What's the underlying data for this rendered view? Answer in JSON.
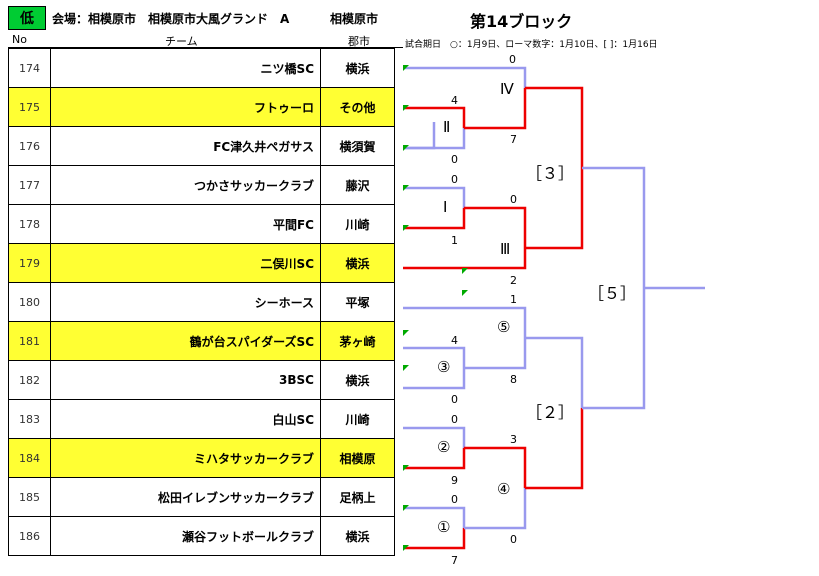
{
  "header": {
    "level_badge": "低",
    "venue": "会場：相模原市　相模原市大風グランド　A",
    "city": "相模原市",
    "block_title": "第14ブロック",
    "legend": "試合期日　○：1月9日、ローマ数字：1月10日、[ ]：1月16日",
    "col_no": "No",
    "col_team": "チーム",
    "col_area": "郡市"
  },
  "teams": [
    {
      "no": "174",
      "name": "ニツ橋SC",
      "area": "横浜"
    },
    {
      "no": "175",
      "name": "フトゥーロ",
      "area": "その他"
    },
    {
      "no": "176",
      "name": "FC津久井ペガサス",
      "area": "横須賀"
    },
    {
      "no": "177",
      "name": "つかさサッカークラブ",
      "area": "藤沢"
    },
    {
      "no": "178",
      "name": "平間FC",
      "area": "川崎"
    },
    {
      "no": "179",
      "name": "二俣川SC",
      "area": "横浜"
    },
    {
      "no": "180",
      "name": "シーホース",
      "area": "平塚"
    },
    {
      "no": "181",
      "name": "鶴が台スパイダーズSC",
      "area": "茅ヶ崎"
    },
    {
      "no": "182",
      "name": "3BSC",
      "area": "横浜"
    },
    {
      "no": "183",
      "name": "白山SC",
      "area": "川崎"
    },
    {
      "no": "184",
      "name": "ミハタサッカークラブ",
      "area": "相模原"
    },
    {
      "no": "185",
      "name": "松田イレブンサッカークラブ",
      "area": "足柄上"
    },
    {
      "no": "186",
      "name": "瀬谷フットボールクラブ",
      "area": "横浜"
    }
  ],
  "matches": {
    "II": {
      "label": "Ⅱ",
      "score_top": "4",
      "score_bottom": "0"
    },
    "IV": {
      "label": "Ⅳ",
      "score_top": "0",
      "score_bottom": "7"
    },
    "I": {
      "label": "Ⅰ",
      "score_top": "0",
      "score_bottom": "1"
    },
    "III": {
      "label": "Ⅲ",
      "score_top": "0",
      "score_bottom": "2"
    },
    "r3": {
      "label": "［３］"
    },
    "c3": {
      "label": "③",
      "score_top": "4",
      "score_bottom": "0"
    },
    "c5": {
      "label": "⑤",
      "score_top": "1",
      "score_bottom": "8"
    },
    "c2": {
      "label": "②",
      "score_top": "0",
      "score_bottom": "9"
    },
    "c1": {
      "label": "①",
      "score_top": "0",
      "score_bottom": "7"
    },
    "c4": {
      "label": "④",
      "score_top": "3",
      "score_bottom": "0"
    },
    "r2": {
      "label": "［２］"
    },
    "r5": {
      "label": "［５］"
    }
  },
  "colors": {
    "winner": "#ee0000",
    "loser": "#9999ee",
    "highlight": "#ffff33",
    "badge": "#00cc33"
  }
}
